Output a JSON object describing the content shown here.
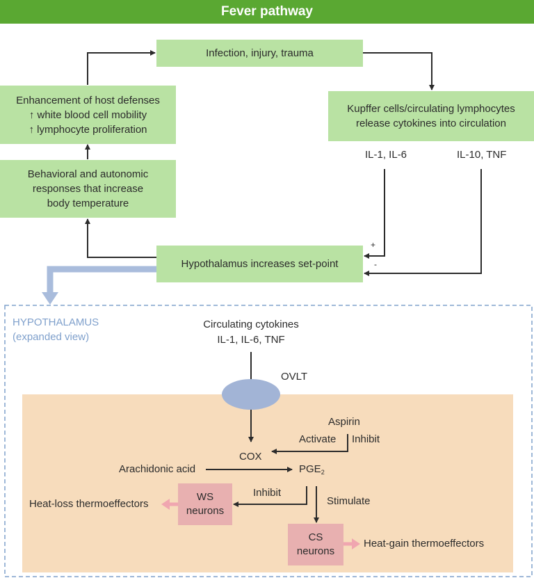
{
  "title": "Fever pathway",
  "top_boxes": {
    "infection": "Infection, injury, trauma",
    "kupffer": [
      "Kupffer cells/circulating lymphocytes",
      "release cytokines into circulation"
    ],
    "enhancement": [
      "Enhancement of host defenses",
      "↑ white blood cell mobility",
      "↑ lymphocyte proliferation"
    ],
    "behavioral": [
      "Behavioral and autonomic",
      "responses that increase",
      "body temperature"
    ],
    "hypothalamus": "Hypothalamus increases set-point"
  },
  "cytokine_labels": {
    "pro": "IL-1, IL-6",
    "anti": "IL-10, TNF",
    "plus": "+",
    "minus": "-"
  },
  "expanded": {
    "label": "HYPOTHALAMUS",
    "sublabel": "(expanded view)",
    "circulating": [
      "Circulating cytokines",
      "IL-1, IL-6, TNF"
    ],
    "ovlt": "OVLT",
    "aspirin": "Aspirin",
    "activate": "Activate",
    "inhibit_aspirin": "Inhibit",
    "cox": "COX",
    "arachidonic": "Arachidonic acid",
    "pge_base": "PGE",
    "pge_sub": "2",
    "inhibit": "Inhibit",
    "stimulate": "Stimulate",
    "ws_neurons": [
      "WS",
      "neurons"
    ],
    "cs_neurons": [
      "CS",
      "neurons"
    ],
    "heat_loss": "Heat-loss thermoeffectors",
    "heat_gain": "Heat-gain thermoeffectors"
  },
  "colors": {
    "title_bar": "#5aa832",
    "box_green": "#b9e2a3",
    "expanded_bg": "#f7dcbc",
    "ovlt": "#a2b4d6",
    "neuron": "#e8b0b0",
    "dashed_border": "#7fa0cc",
    "wide_arrow": "#a9bcdc",
    "pink_arrow": "#f0a6b0"
  }
}
